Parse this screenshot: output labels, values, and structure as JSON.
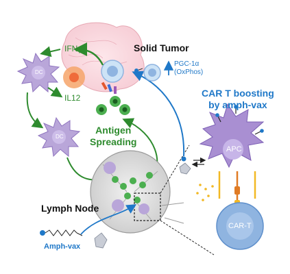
{
  "labels": {
    "solid_tumor": "Solid Tumor",
    "ifng": "IFNγ",
    "il12": "IL12",
    "dc_top": "DC",
    "dc_bottom": "DC",
    "antigen_spreading": "Antigen\nSpreading",
    "pgc": "PGC-1α",
    "oxphos": "(OxPhos)",
    "car_t_boost": "CAR T boosting\nby amph-vax",
    "apc": "APC",
    "car_t": "CAR-T",
    "lymph_node": "Lymph Node",
    "amph_vax": "Amph-vax"
  },
  "colors": {
    "green": "#2e8b2e",
    "blue": "#1f78c8",
    "dc_purple": "#b9a6d9",
    "apc_purple": "#a98fd2",
    "car_t_blue": "#8fb4e0"
  }
}
